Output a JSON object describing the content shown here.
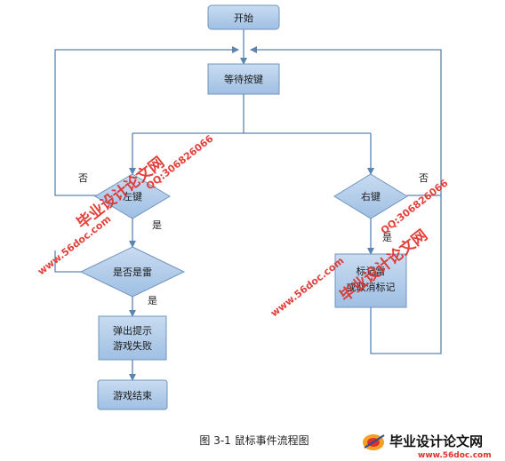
{
  "nodes": {
    "start": "开始",
    "wait_key": "等待按键",
    "left_key": "左键",
    "right_key": "右键",
    "is_mine": "是否是雷",
    "popup_line1": "弹出提示",
    "popup_line2": "游戏失败",
    "game_over": "游戏结束",
    "mark_line1": "标记雷",
    "mark_line2": "或取消标记"
  },
  "edge_labels": {
    "left_no": "否",
    "left_yes": "是",
    "mine_yes": "是",
    "right_no": "否",
    "right_yes": "是"
  },
  "caption": "图 3-1 鼠标事件流程图",
  "watermarks": {
    "brand_cn": "毕业设计论文网",
    "site_url": "www.56doc.com",
    "qq": "QQ:306826066"
  },
  "logo": {
    "title": "毕业设计论文网",
    "url": "www.56doc.com"
  },
  "colors": {
    "node_fill": "#a9c6e6",
    "node_stroke": "#6f94bd",
    "line": "#5d84b1",
    "watermark": "#e0302b"
  }
}
